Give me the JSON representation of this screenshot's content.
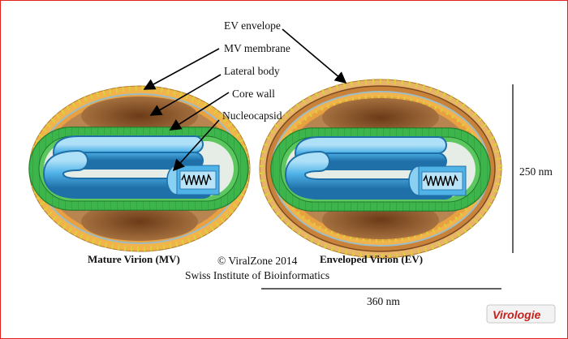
{
  "labels": {
    "ev_envelope": "EV envelope",
    "mv_membrane": "MV membrane",
    "lateral_body": "Lateral body",
    "core_wall": "Core wall",
    "nucleocapsid": "Nucleocapsid"
  },
  "captions": {
    "mv": "Mature Virion (MV)",
    "ev": "Enveloped Virion (EV)",
    "copyright": "© ViralZone 2014",
    "institute": "Swiss Institute of Bioinformatics"
  },
  "scale": {
    "height": "250 nm",
    "width": "360 nm"
  },
  "logo": {
    "text": "Virologie"
  },
  "colors": {
    "frame": "#e0211d",
    "membrane": "#f2b34c",
    "protein": "#d9d33a",
    "lateral_body": "#8e5a2e",
    "core_wall": "#3cb54a",
    "nucleocapsid": "#4fb3e8",
    "ev_envelope": "#c8823a"
  }
}
